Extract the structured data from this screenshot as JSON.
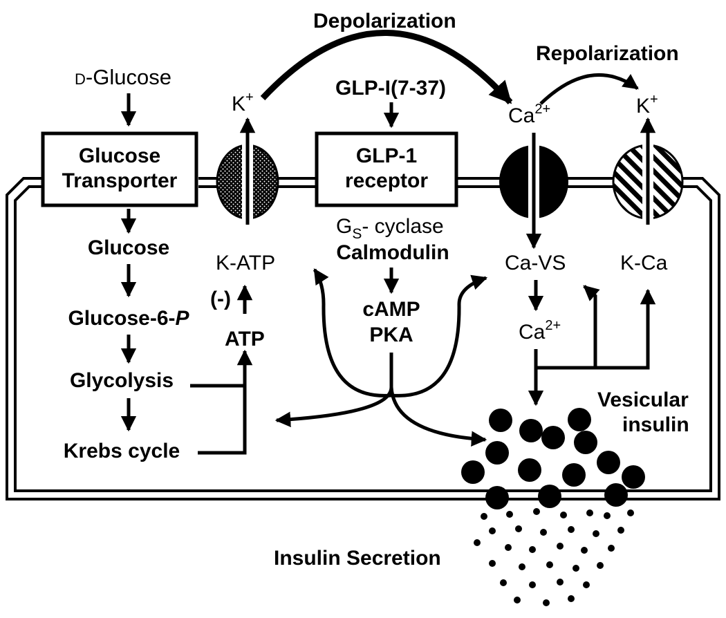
{
  "diagram": {
    "top_labels": {
      "depolarization": "Depolarization",
      "repolarization": "Repolarization"
    },
    "inputs": {
      "d_glucose_small_caps": "D",
      "d_glucose_rest": "-Glucose",
      "glp": "GLP-I(7-37)"
    },
    "ions": {
      "k_left": "K",
      "k_left_sup": "+",
      "k_right": "K",
      "k_right_sup": "+",
      "ca_top": "Ca",
      "ca_top_sup": "2+",
      "ca_mid": "Ca",
      "ca_mid_sup": "2+"
    },
    "boxes": {
      "transporter_line1": "Glucose",
      "transporter_line2": "Transporter",
      "receptor_line1": "GLP-1",
      "receptor_line2": "receptor"
    },
    "channels": {
      "k_atp": "K-ATP",
      "ca_vs": "Ca-VS",
      "k_ca": "K-Ca"
    },
    "metabolism": {
      "glucose": "Glucose",
      "g6p_prefix": "Glucose-6-",
      "g6p_italic": "P",
      "glycolysis": "Glycolysis",
      "krebs": "Krebs  cycle",
      "atp": "ATP",
      "inhibit": "(-)"
    },
    "signaling": {
      "gs_g": "G",
      "gs_sub": "S",
      "gs_rest": "- cyclase",
      "calmodulin": "Calmodulin",
      "camp": "cAMP",
      "pka": "PKA"
    },
    "outputs": {
      "vesicular_line1": "Vesicular",
      "vesicular_line2": "insulin",
      "secretion": "Insulin Secretion"
    }
  }
}
